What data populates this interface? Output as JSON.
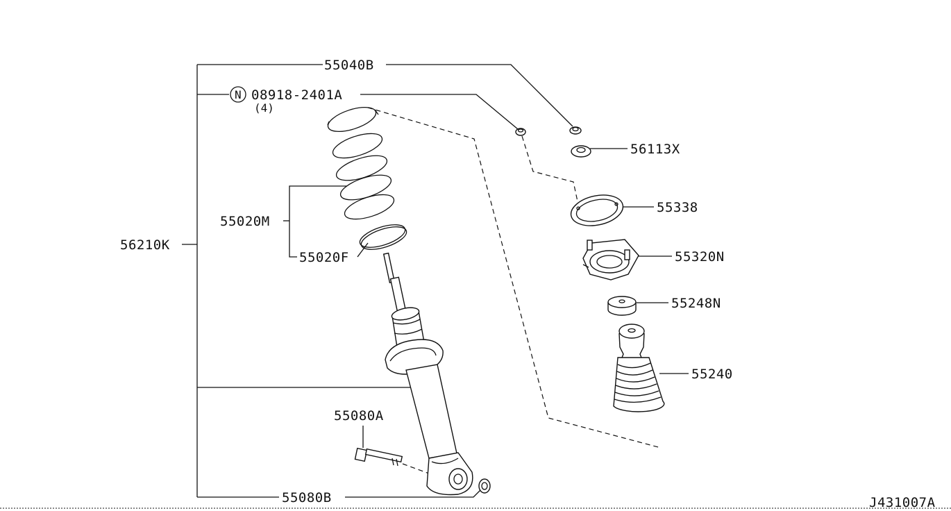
{
  "parts": {
    "p55040B": "55040B",
    "p08918": "08918-2401A",
    "p08918_qty": "(4)",
    "p08918_badge": "N",
    "p56113X": "56113X",
    "p55338": "55338",
    "p55320N": "55320N",
    "p55248N": "55248N",
    "p55240": "55240",
    "p55020M": "55020M",
    "p55020F": "55020F",
    "p56210K": "56210K",
    "p55080A": "55080A",
    "p55080B": "55080B"
  },
  "diagram_code": "J431007A"
}
